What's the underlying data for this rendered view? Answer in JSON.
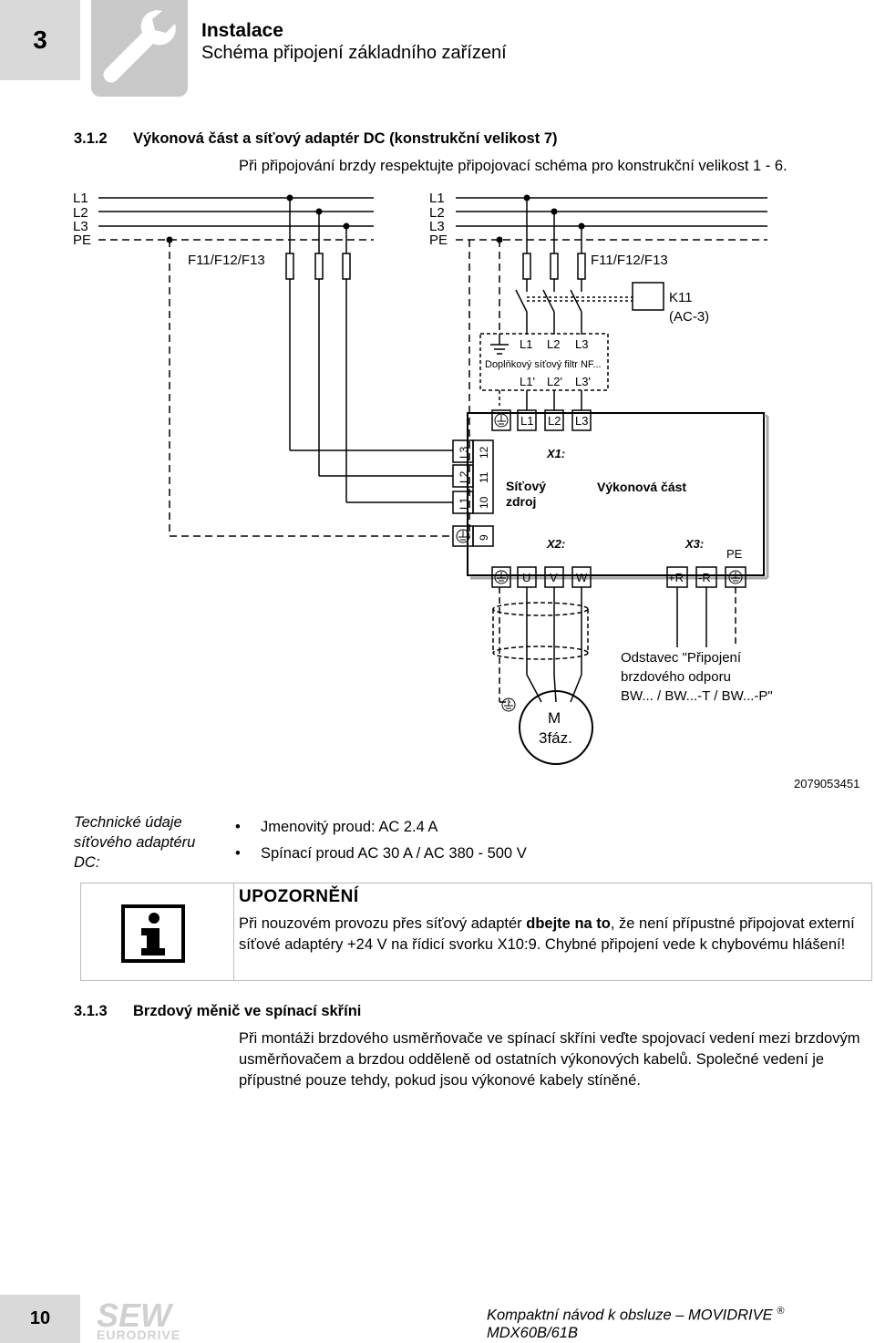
{
  "header": {
    "chapter_number": "3",
    "title": "Instalace",
    "subtitle": "Schéma připojení základního zařízení",
    "icon": "wrench-icon"
  },
  "section_312": {
    "number": "3.1.2",
    "title": "Výkonová část a síťový adaptér DC (konstrukční velikost 7)",
    "intro": "Při připojování brzdy respektujte připojovací schéma pro konstrukční velikost 1 - 6."
  },
  "diagram": {
    "mains_left": [
      "L1",
      "L2",
      "L3",
      "PE"
    ],
    "mains_right": [
      "L1",
      "L2",
      "L3",
      "PE"
    ],
    "fuse_left": "F11/F12/F13",
    "fuse_right": "F11/F12/F13",
    "contactor": "K11",
    "contactor_rating": "(AC-3)",
    "filter_inputs": [
      "L1",
      "L2",
      "L3"
    ],
    "filter_label": "Doplňkový síťový filtr NF...",
    "filter_outputs": [
      "L1'",
      "L2'",
      "L3'"
    ],
    "power_inputs": [
      "L1",
      "L2",
      "L3"
    ],
    "x1_label": "X1:",
    "supply_terminals": [
      "L3",
      "L2",
      "L1"
    ],
    "supply_numbers": [
      "12",
      "11",
      "10",
      "9"
    ],
    "supply_label_1": "Síťový",
    "supply_label_2": "zdroj",
    "power_section": "Výkonová část",
    "x2_label": "X2:",
    "x3_label": "X3:",
    "pe_label": "PE",
    "outputs": [
      "U",
      "V",
      "W"
    ],
    "brake_terminals": [
      "+R",
      "-R"
    ],
    "motor_1": "M",
    "motor_2": "3fáz.",
    "brake_note": [
      "Odstavec \"Připojení",
      "brzdového odporu",
      "BW... / BW...-T / BW...-P\""
    ],
    "figure_id": "2079053451"
  },
  "tech": {
    "label": "Technické údaje síťového adaptéru DC:",
    "items": [
      "Jmenovitý proud: AC 2.4 A",
      "Spínací proud AC 30 A / AC 380 - 500 V"
    ]
  },
  "notice": {
    "title": "UPOZORNĚNÍ",
    "icon": "info-icon",
    "text_before": "Při nouzovém provozu přes síťový adaptér ",
    "text_bold": "dbejte na to",
    "text_after": ", že není přípustné připojovat externí síťové adaptéry +24 V na řídicí svorku X10:9. Chybné připojení vede k chybovému hlášení!"
  },
  "section_313": {
    "number": "3.1.3",
    "title": "Brzdový měnič ve spínací skříni",
    "text": "Při montáži brzdového usměrňovače ve spínací skříni veďte spojovací vedení mezi brzdovým usměrňovačem a brzdou odděleně od ostatních výkonových kabelů. Společné vedení je přípustné pouze tehdy, pokud jsou výkonové kabely stíněné."
  },
  "footer": {
    "page_number": "10",
    "logo_line1": "SEW",
    "logo_line2": "EURODRIVE",
    "doc_title_pre": "Kompaktní návod k obsluze – MOVIDRIVE",
    "registered": "®",
    "doc_title_post": " MDX60B/61B"
  }
}
